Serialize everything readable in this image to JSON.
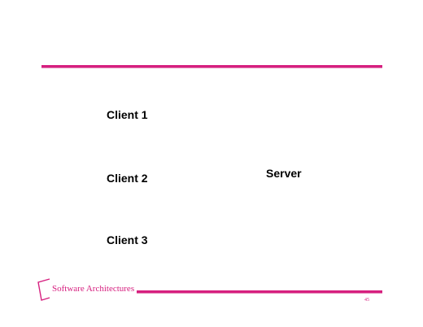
{
  "diagram": {
    "nodes": {
      "client_1": "Client 1",
      "client_2": "Client 2",
      "client_3": "Client 3",
      "server": "Server"
    }
  },
  "footer": {
    "title": "Software Architectures",
    "page_number": "45"
  },
  "colors": {
    "accent": "#d61f7f",
    "text": "#000000",
    "background": "#ffffff"
  }
}
